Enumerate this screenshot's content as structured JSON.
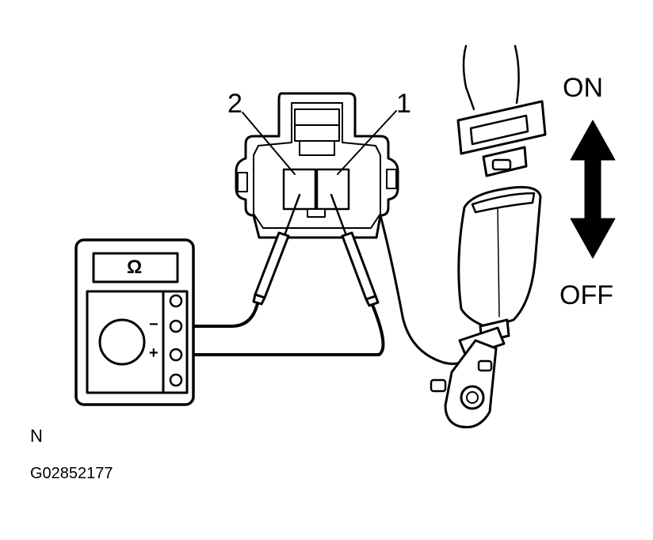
{
  "labels": {
    "pin_2": "2",
    "pin_1": "1",
    "on": "ON",
    "off": "OFF",
    "ohm_symbol": "Ω",
    "minus": "−",
    "plus": "+",
    "condition": "N",
    "figure_id": "G02852177"
  }
}
